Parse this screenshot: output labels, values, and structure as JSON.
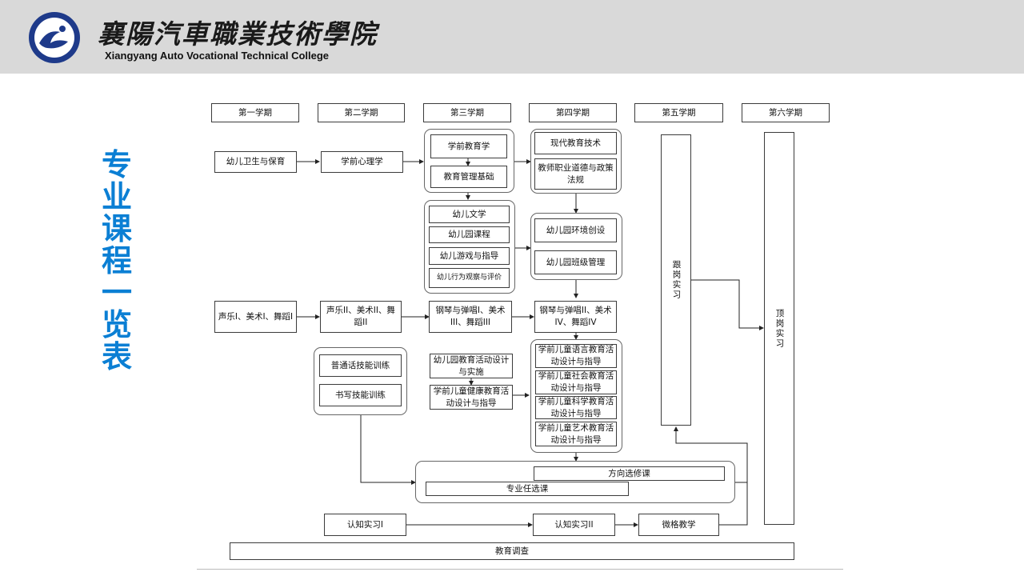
{
  "header": {
    "college_name_cn": "襄陽汽車職業技術學院",
    "college_name_en": "Xiangyang Auto Vocational Technical College"
  },
  "side_title": [
    "专",
    "业",
    "课",
    "程",
    "一",
    "览",
    "表"
  ],
  "colors": {
    "header_bg": "#d9d9d9",
    "title_blue": "#0b7fd4",
    "logo_blue": "#1e3a8a",
    "line": "#3c3c3c"
  },
  "semesters": [
    "第一学期",
    "第二学期",
    "第三学期",
    "第四学期",
    "第五学期",
    "第六学期"
  ],
  "courses": {
    "youer_weisheng": "幼儿卫生与保育",
    "xueqian_xinli": "学前心理学",
    "xueqian_jiaoyu": "学前教育学",
    "jiaoyu_guanli": "教育管理基础",
    "xiandai_jishu": "现代教育技术",
    "jiaoshi_daode": "教师职业道德与政策法规",
    "youer_wenxue": "幼儿文学",
    "youeryuan_kecheng": "幼儿园课程",
    "youer_youxi": "幼儿游戏与指导",
    "youer_xingwei": "幼儿行为观察与评价",
    "huanjing_chuangshe": "幼儿园环境创设",
    "banji_guanli": "幼儿园班级管理",
    "gen_gang": "跟岗实习",
    "ding_gang": "顶岗实习",
    "music_1": "声乐I、美术I、舞蹈I",
    "music_2": "声乐II、美术II、舞蹈II",
    "music_3": "钢琴与弹唱I、美术III、舞蹈III",
    "music_4": "钢琴与弹唱II、美术IV、舞蹈IV",
    "putonghua": "普通话技能训练",
    "shuxie": "书写技能训练",
    "huodong_sheji": "幼儿园教育活动设计与实施",
    "jiankang": "学前儿童健康教育活动设计与指导",
    "yuyan": "学前儿童语言教育活动设计与指导",
    "shehui": "学前儿童社会教育活动设计与指导",
    "kexue": "学前儿童科学教育活动设计与指导",
    "yishu": "学前儿童艺术教育活动设计与指导",
    "fangxiang_xuanxiu": "方向选修课",
    "zhuanye_renxuan": "专业任选课",
    "renzhi_1": "认知实习I",
    "renzhi_2": "认知实习II",
    "weige": "微格教学",
    "jiaoyu_diaocha": "教育调查"
  }
}
